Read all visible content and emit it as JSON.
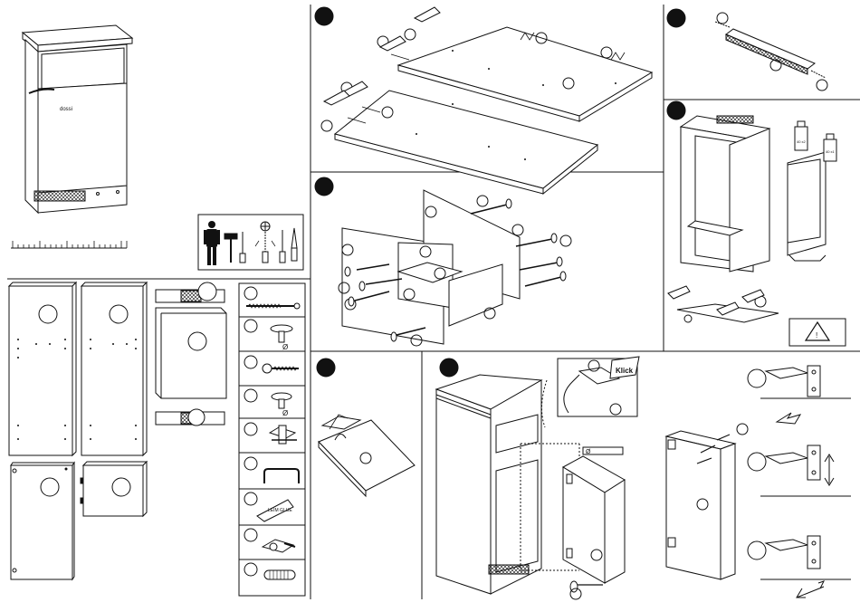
{
  "brand_marking": "dossi",
  "glue_tube_label": "LEIM GLUE",
  "klick_label": "Klick",
  "bottle_left_label": "40 x2",
  "bottle_right_label": "40 x1",
  "drill_diameter_symbol": "Ø",
  "colors": {
    "line": "#111111",
    "fill": "#ffffff",
    "step_badge": "#111111",
    "warning_triangle": "#111111"
  },
  "icons": [
    "person-icon",
    "hammer-icon",
    "screwdriver-icon",
    "screwdriver-phillips-icon",
    "screwdriver-flat-icon",
    "drill-bit-icon",
    "glue-tube-icon",
    "warning-icon",
    "hinge-icon",
    "handle-icon",
    "dowel-icon",
    "screw-icon",
    "cam-bolt-icon",
    "cam-lock-icon",
    "shelf-pin-icon"
  ]
}
